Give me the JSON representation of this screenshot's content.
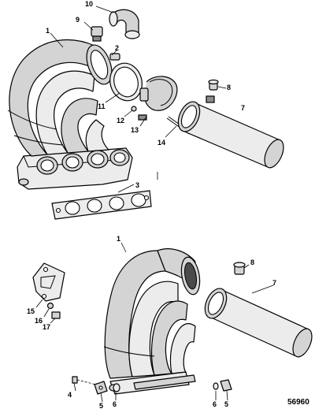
{
  "callouts": {
    "c1_top": "1",
    "c2": "2",
    "c3": "3",
    "c7_top": "7",
    "c8_top": "8",
    "c9": "9",
    "c10": "10",
    "c11": "11",
    "c12": "12",
    "c13": "13",
    "c14": "14",
    "c1_bottom": "1",
    "c7_bottom": "7",
    "c8_bottom": "8",
    "c15": "15",
    "c16": "16",
    "c17": "17",
    "c4": "4",
    "c5_left": "5",
    "c6_left": "6",
    "c6_right": "6",
    "c5_right": "5"
  },
  "reference_number": "56960"
}
